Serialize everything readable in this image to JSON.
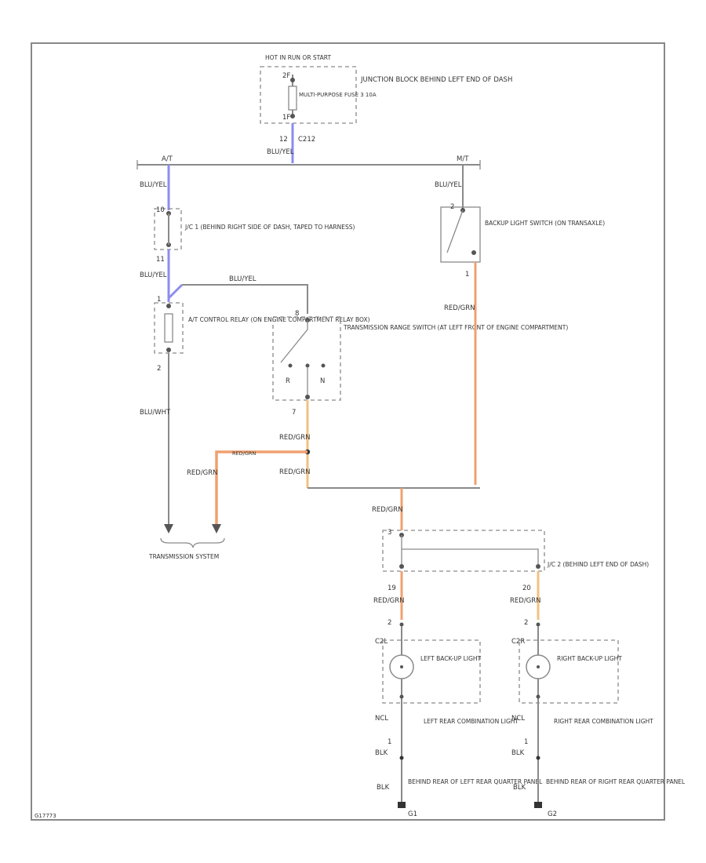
{
  "colors": {
    "blue_wire": "#8c8cf0",
    "red_grn_wire": "#f0a070",
    "red_grn_wire_light": "#f2c080",
    "wire": "#8a8a8a",
    "frame": "#888888"
  },
  "hot_label": "HOT IN RUN OR START",
  "fuse": {
    "top_pin": "2F",
    "name": "MULTI-PURPOSE FUSE 3 10A",
    "bottom_pin": "1F",
    "location": "JUNCTION BLOCK BEHIND LEFT END OF DASH"
  },
  "fuse_out": {
    "pin": "12",
    "connector": "C212",
    "wire": "BLU/YEL"
  },
  "bus": {
    "left_label": "A/T",
    "right_label": "M/T"
  },
  "left_branch": {
    "wire_top": "BLU/YEL",
    "jc1_top_pin": "10",
    "jc1_label": "J/C 1 (BEHIND RIGHT SIDE OF DASH, TAPED TO HARNESS)",
    "jc1_bottom_pin": "11",
    "wire_mid": "BLU/YEL",
    "relay_bus_wire": "BLU/YEL",
    "relay_top_pin": "1",
    "relay_label": "A/T CONTROL RELAY (ON ENGINE COMPARTMENT RELAY BOX)",
    "relay_bottom_pin": "2",
    "wire_bottom": "BLU/WHT"
  },
  "trs": {
    "top_pin": "8",
    "label": "TRANSMISSION RANGE SWITCH (AT LEFT FRONT OF ENGINE COMPARTMENT)",
    "r_label": "R",
    "n_label": "N",
    "bottom_pin": "7",
    "wire_out": "RED/GRN",
    "wire_to_splice": "RED/GRN"
  },
  "trans_feed": {
    "wire": "RED/GRN",
    "run_label": "RED/GRN"
  },
  "transmission_system": "TRANSMISSION SYSTEM",
  "backup_switch": {
    "wire_in": "BLU/YEL",
    "top_pin": "2",
    "label": "BACKUP LIGHT SWITCH (ON TRANSAXLE)",
    "bottom_pin": "1",
    "wire_out": "RED/GRN"
  },
  "junction": {
    "wire_in": "RED/GRN",
    "top_pin": "3",
    "label": "J/C 2 (BEHIND LEFT END OF DASH)",
    "left_pin": "19",
    "right_pin": "20",
    "left_wire": "RED/GRN",
    "right_wire": "RED/GRN"
  },
  "left_lamp": {
    "top_pin": "2",
    "conn": "C2L",
    "label": "LEFT BACK-UP LIGHT",
    "housing": "LEFT REAR COMBINATION LIGHT",
    "ncl": "NCL",
    "bottom_pin": "1",
    "ground_wire": "BLK",
    "ground_wire2": "BLK",
    "ground_label": "BEHIND REAR OF LEFT REAR QUARTER PANEL",
    "ground_id": "G1"
  },
  "right_lamp": {
    "top_pin": "2",
    "conn": "C2R",
    "label": "RIGHT BACK-UP LIGHT",
    "housing": "RIGHT REAR COMBINATION LIGHT",
    "ncl": "NCL",
    "bottom_pin": "1",
    "ground_wire": "BLK",
    "ground_wire2": "BLK",
    "ground_label": "BEHIND REAR OF RIGHT REAR QUARTER PANEL",
    "ground_id": "G2"
  },
  "figure_id": "G17773"
}
